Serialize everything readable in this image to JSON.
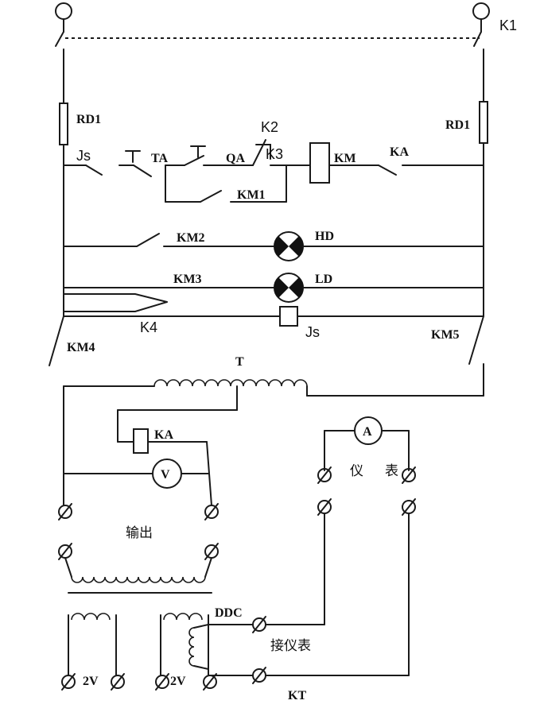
{
  "labels": {
    "k1": "K1",
    "rd1_left": "RD1",
    "rd1_right": "RD1",
    "k2": "K2",
    "js_top": "Js",
    "ta": "TA",
    "qa": "QA",
    "k3": "K3",
    "km": "KM",
    "ka_top": "KA",
    "km1": "KM1",
    "km2": "KM2",
    "hd": "HD",
    "km3": "KM3",
    "ld": "LD",
    "k4": "K4",
    "js_coil": "Js",
    "km4": "KM4",
    "km5": "KM5",
    "t": "T",
    "ka_coil": "KA",
    "ammeter": "A",
    "voltmeter": "V",
    "meter_yi": "仪",
    "meter_biao": "表",
    "output": "输出",
    "ddc": "DDC",
    "connect_meter": "接仪表",
    "kt": "KT",
    "v2_left": "2V",
    "v2_right": "2V"
  }
}
